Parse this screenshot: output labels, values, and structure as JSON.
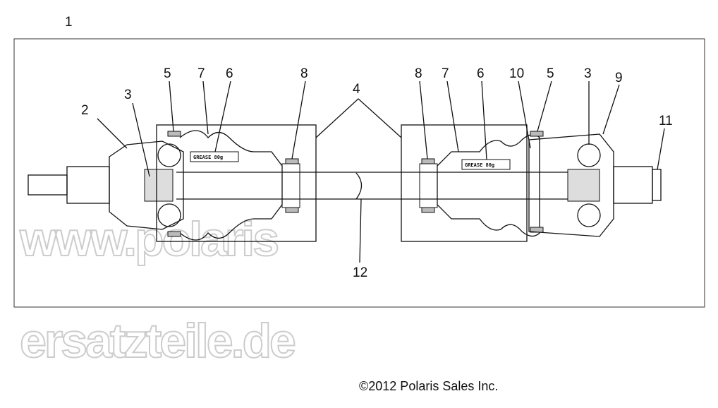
{
  "figure_number": "1",
  "callouts": [
    "2",
    "3",
    "5",
    "7",
    "6",
    "8",
    "4",
    "8",
    "7",
    "6",
    "10",
    "5",
    "3",
    "9",
    "11",
    "12"
  ],
  "grease_labels": [
    "GREASE 80g",
    "GREASE 80g"
  ],
  "watermark": "www.polarisersatzteile.de",
  "copyright": "©2012 Polaris Sales Inc."
}
